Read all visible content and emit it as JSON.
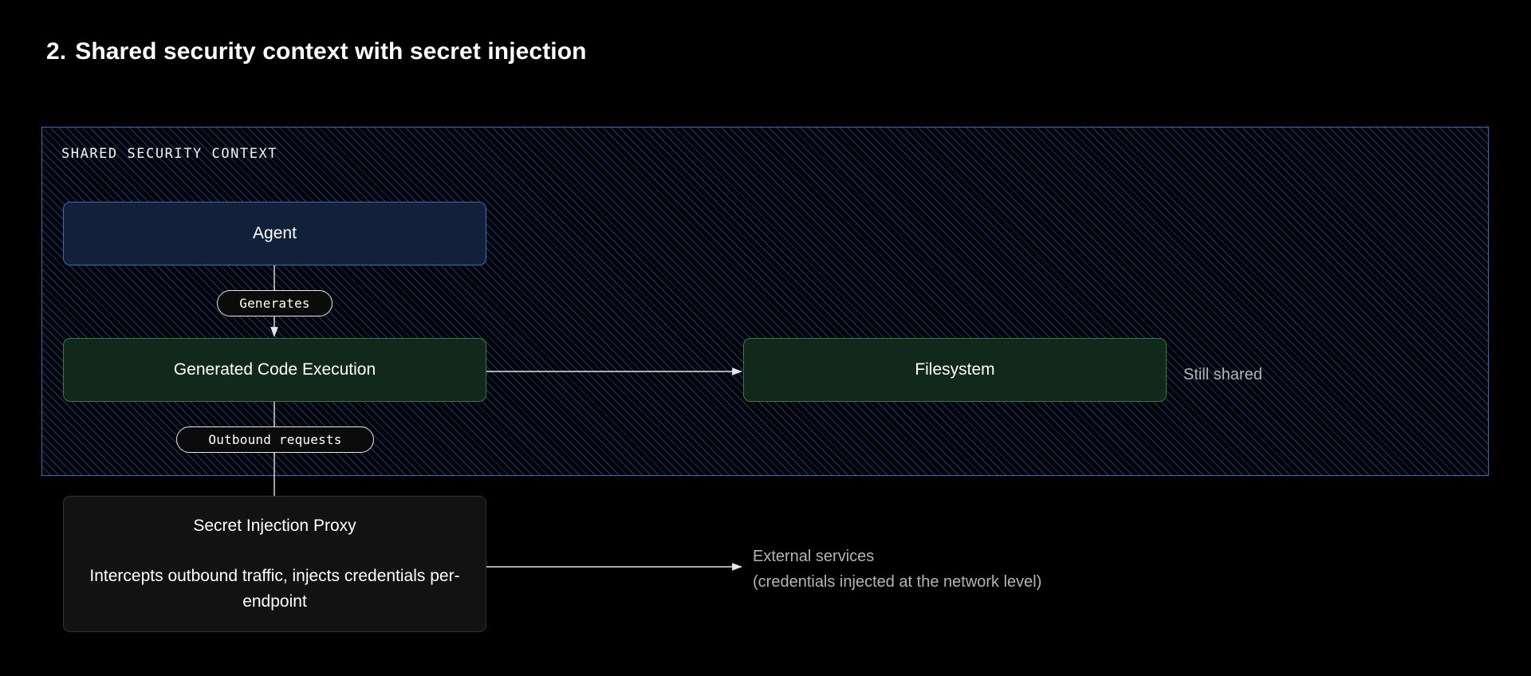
{
  "title": {
    "number": "2.",
    "text": "Shared security context with secret injection"
  },
  "context": {
    "label": "SHARED SECURITY CONTEXT",
    "border_color": "#2f6fb5",
    "hatch_color": "#1e4888"
  },
  "nodes": {
    "agent": {
      "label": "Agent",
      "fill": "#12203a",
      "border": "#2d6fc4"
    },
    "code_execution": {
      "label": "Generated Code Execution",
      "fill": "#10291a",
      "border": "#2f7d40"
    },
    "filesystem": {
      "label": "Filesystem",
      "fill": "#10291a",
      "border": "#2f7d40"
    },
    "proxy": {
      "label": "Secret Injection Proxy",
      "description": "Intercepts outbound traffic, injects credentials per-endpoint",
      "fill": "#121212",
      "border": "#343434"
    }
  },
  "edges": {
    "generates": "Generates",
    "outbound_requests": "Outbound requests"
  },
  "annotations": {
    "still_shared": "Still shared",
    "external_services_line1": "External services",
    "external_services_line2": "(credentials injected at the network level)",
    "color": "#b4b4b4"
  }
}
